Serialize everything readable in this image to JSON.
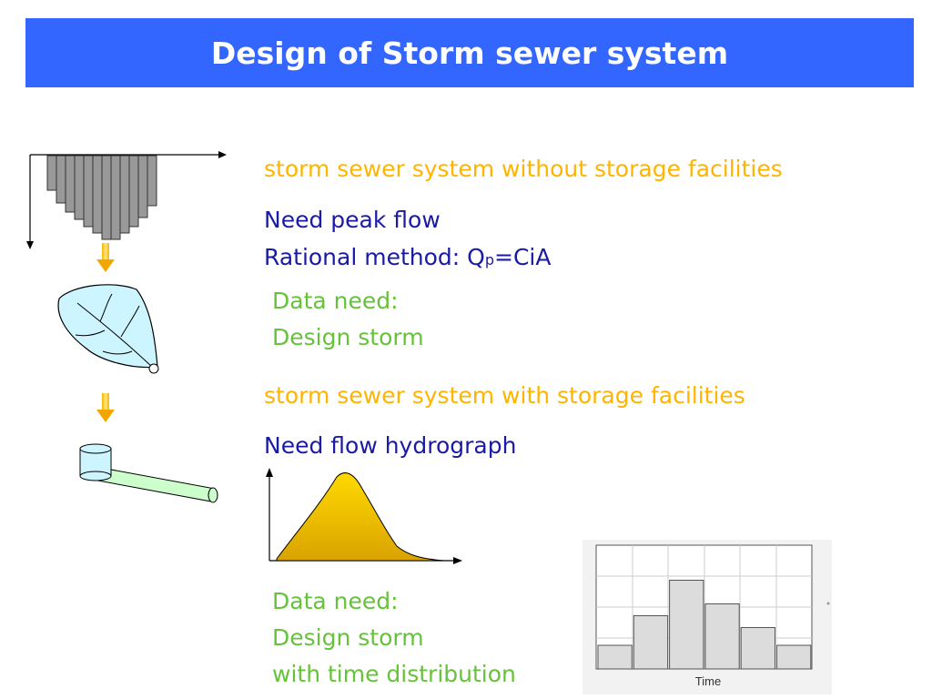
{
  "slide": {
    "title": "Design of Storm sewer system"
  },
  "section1": {
    "heading": "storm sewer system without storage facilities",
    "need": "Need peak flow",
    "method_prefix": "Rational method: Q",
    "method_subscript": "p",
    "method_suffix": "=CiA",
    "data_need_label": "Data need:",
    "data_need_item": "Design storm"
  },
  "section2": {
    "heading": "storm sewer system with storage facilities",
    "need": "Need flow hydrograph",
    "data_need_label": "Data need:",
    "data_need_item1": "Design storm",
    "data_need_item2": "with time distribution"
  },
  "histogram": {
    "axis_label": "Time",
    "bar_values": [
      0.2,
      0.45,
      0.75,
      0.55,
      0.35,
      0.2
    ]
  },
  "colors": {
    "title_bar": "#3366ff",
    "heading": "#ffb400",
    "need": "#1a1aa6",
    "data_need": "#66c23a"
  }
}
